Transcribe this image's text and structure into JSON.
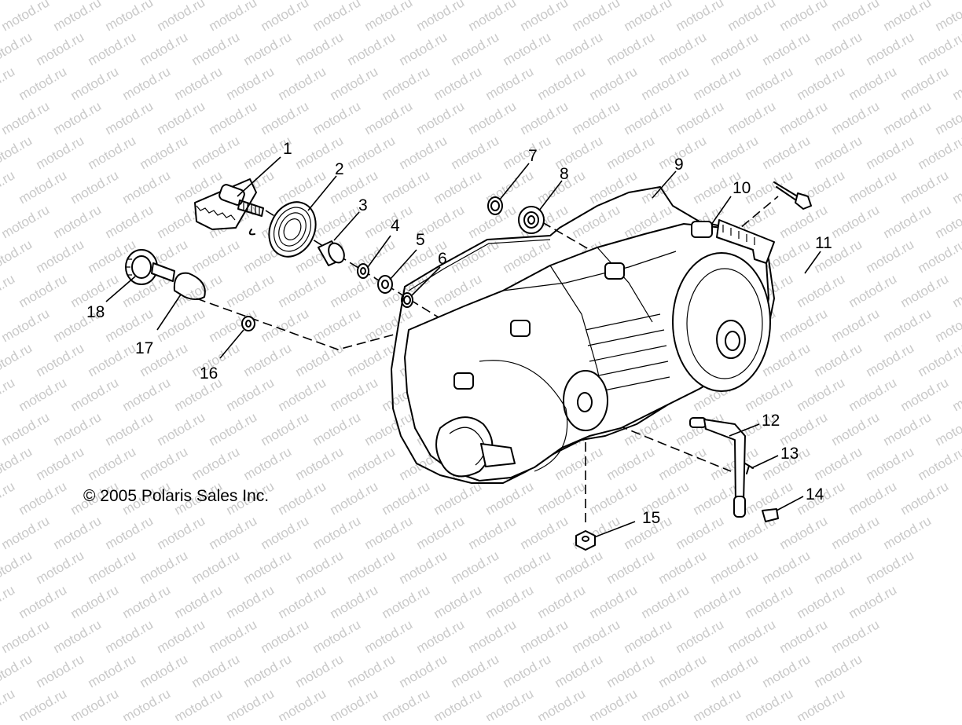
{
  "watermark": {
    "text": "motod.ru",
    "color": "#c9c9c9"
  },
  "copyright": "© 2005 Polaris Sales Inc.",
  "callouts": [
    {
      "id": "1",
      "label": "1"
    },
    {
      "id": "2",
      "label": "2"
    },
    {
      "id": "3",
      "label": "3"
    },
    {
      "id": "4",
      "label": "4"
    },
    {
      "id": "5",
      "label": "5"
    },
    {
      "id": "6",
      "label": "6"
    },
    {
      "id": "7",
      "label": "7"
    },
    {
      "id": "8",
      "label": "8"
    },
    {
      "id": "9",
      "label": "9"
    },
    {
      "id": "10",
      "label": "10"
    },
    {
      "id": "11",
      "label": "11"
    },
    {
      "id": "12",
      "label": "12"
    },
    {
      "id": "13",
      "label": "13"
    },
    {
      "id": "14",
      "label": "14"
    },
    {
      "id": "15",
      "label": "15"
    },
    {
      "id": "16",
      "label": "16"
    },
    {
      "id": "17",
      "label": "17"
    },
    {
      "id": "18",
      "label": "18"
    }
  ]
}
